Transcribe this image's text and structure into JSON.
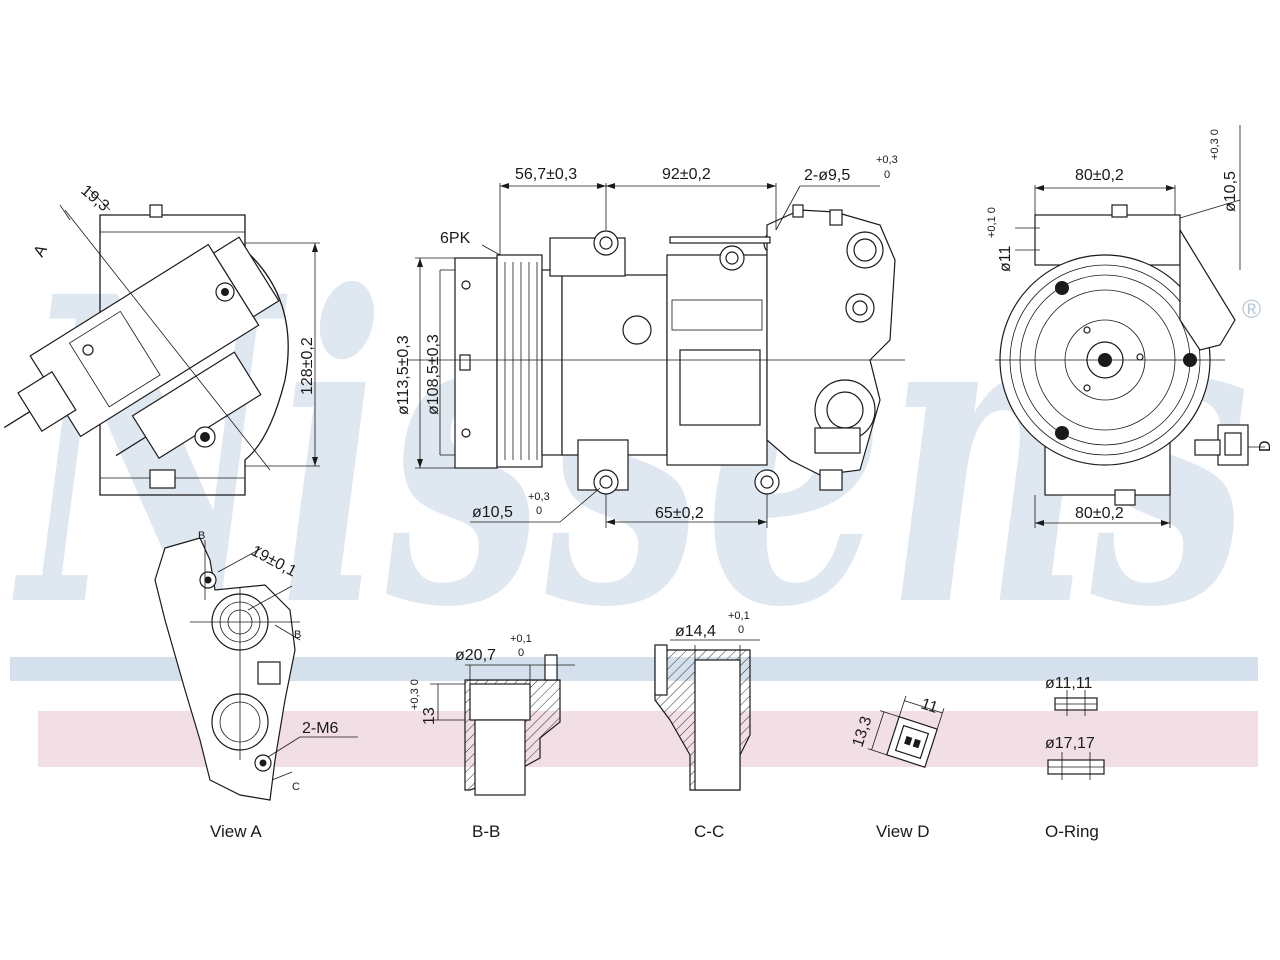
{
  "watermark": {
    "brand": "Nissens",
    "registered_mark": "®"
  },
  "colors": {
    "band_blue": "#c6d5e4",
    "band_red": "#f1dce2",
    "line": "#1a1a1a",
    "watermark": "#c6d5e4"
  },
  "dimensions": {
    "view_a_angle_dim": "19,3",
    "view_a_height": "128±0,2",
    "label_a": "A",
    "belt": "6PK",
    "d_pulley_outer": "ø113,5±0,3",
    "d_pulley_inner": "ø108,5±0,3",
    "len_56": "56,7±0,3",
    "len_92": "92±0,2",
    "holes_top_main": "2-ø9,5",
    "holes_top_tol_upper": "+0,3",
    "holes_top_tol_lower": "0",
    "hole_bottom_main": "ø10,5",
    "hole_bottom_tol_upper": "+0,3",
    "hole_bottom_tol_lower": "0",
    "len_65": "65±0,2",
    "side_top_width": "80±0,2",
    "side_bottom_width": "80±0,2",
    "side_hole_right": "ø10,5",
    "side_hole_right_tol": "+0,3 0",
    "side_hole_left": "ø11",
    "side_hole_left_tol": "+0,1 0",
    "label_d": "D",
    "view_a_port_spacing": "19±0,1",
    "view_a_label_b": "B",
    "view_a_label_c": "C",
    "view_a_thread": "2-M6",
    "bb_diameter": "ø20,7",
    "bb_diameter_tol_upper": "+0,1",
    "bb_diameter_tol_lower": "0",
    "bb_depth": "13",
    "bb_depth_tol": "+0,3 0",
    "cc_diameter": "ø14,4",
    "cc_diameter_tol_upper": "+0,1",
    "cc_diameter_tol_lower": "0",
    "viewd_h": "13,3",
    "viewd_w": "11",
    "oring_small": "ø11,11",
    "oring_large": "ø17,17"
  },
  "captions": {
    "view_a": "View A",
    "bb": "B-B",
    "cc": "C-C",
    "view_d": "View D",
    "oring": "O-Ring"
  }
}
